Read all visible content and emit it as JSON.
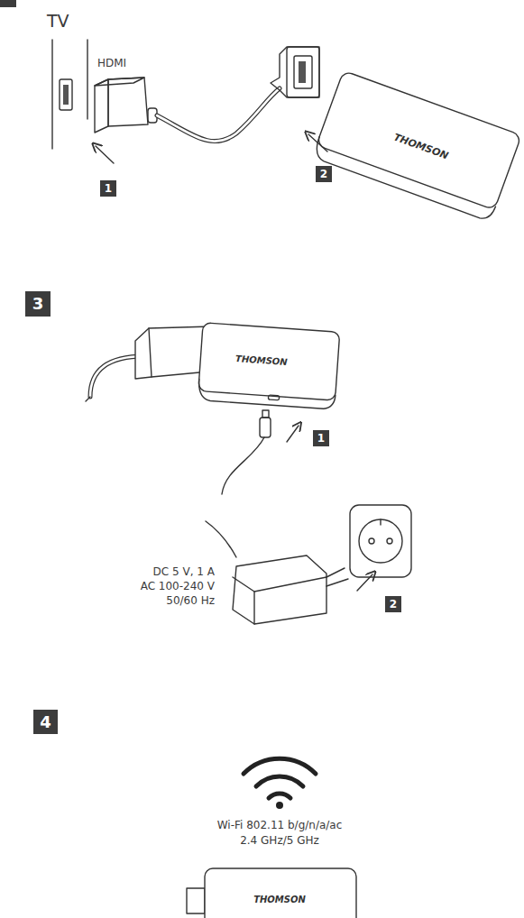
{
  "diagram": {
    "labels": [
      "TV",
      "HDMI",
      "1",
      "2",
      "THOMSON",
      "3",
      "THOMSON",
      "1",
      "2",
      "DC 5 V, 1 A",
      "AC 100-240 V",
      "50/60 Hz",
      "4",
      "Wi-Fi 802.11 b/g/n/a/ac",
      "2.4 GHz/5 GHz",
      "THOMSON"
    ]
  }
}
